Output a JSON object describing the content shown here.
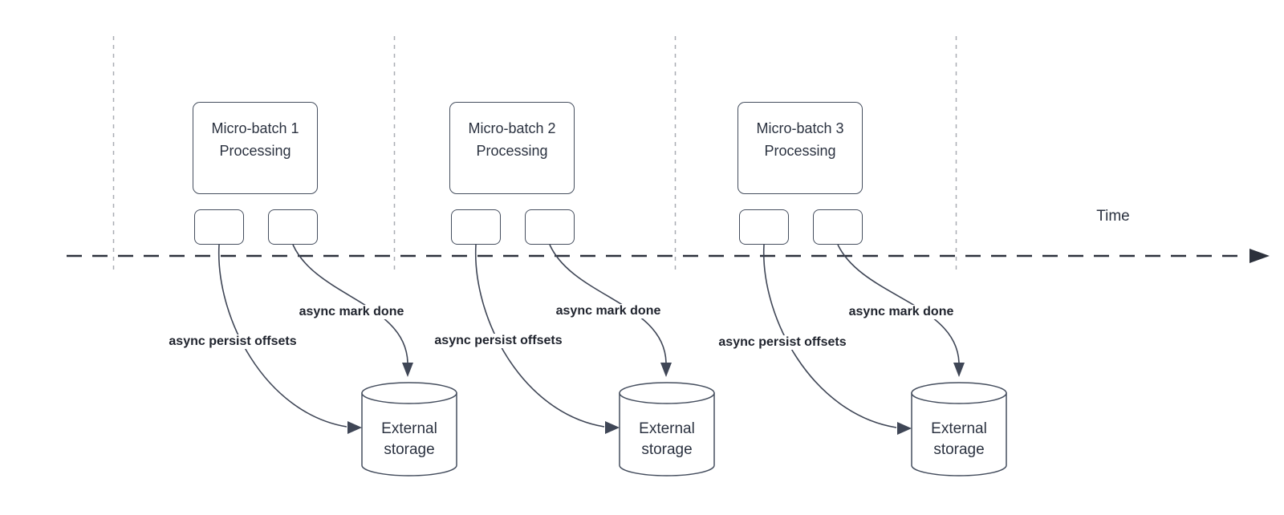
{
  "diagram": {
    "time_label": "Time",
    "groups": [
      {
        "title_line1": "Micro-batch 1",
        "title_line2": "Processing",
        "persist_label": "async persist offsets",
        "done_label": "async mark done",
        "storage_line1": "External",
        "storage_line2": "storage"
      },
      {
        "title_line1": "Micro-batch 2",
        "title_line2": "Processing",
        "persist_label": "async persist offsets",
        "done_label": "async mark done",
        "storage_line1": "External",
        "storage_line2": "storage"
      },
      {
        "title_line1": "Micro-batch 3",
        "title_line2": "Processing",
        "persist_label": "async persist offsets",
        "done_label": "async mark done",
        "storage_line1": "External",
        "storage_line2": "storage"
      }
    ],
    "colors": {
      "shape_stroke": "#454e5e",
      "text": "#2b3240",
      "label_text": "#20242e",
      "axis": "#2c313c",
      "guide": "#a9adb3"
    }
  }
}
